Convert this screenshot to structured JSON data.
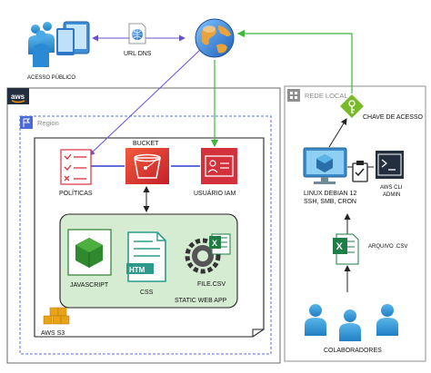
{
  "public_access": {
    "label": "ACESSO PÚBLICO",
    "icon": "users-with-devices-icon"
  },
  "dns": {
    "label": "URL DNS",
    "icon": "globe-icon"
  },
  "internet": {
    "icon": "internet-globe-icon"
  },
  "aws": {
    "badge": "aws",
    "region_label": "Region",
    "s3_label": "AWS S3"
  },
  "bucket": {
    "label": "BUCKET",
    "icon": "s3-bucket-icon"
  },
  "policies": {
    "label": "POLÍTICAS",
    "icon": "checklist-icon"
  },
  "iam_user": {
    "label": "USUÁRIO IAM",
    "icon": "iam-user-icon"
  },
  "static_web_app": {
    "label": "STATIC WEB APP",
    "items": [
      {
        "label": "JAVASCRIPT",
        "icon": "javascript-cube-icon"
      },
      {
        "label": "CSS",
        "icon": "css-document-icon",
        "icon_text": "HTM"
      },
      {
        "label": "FILE.CSV",
        "icon": "gear-excel-icon",
        "icon_text": "X"
      }
    ]
  },
  "local_network": {
    "label": "REDE LOCAL",
    "access_key": {
      "label": "CHAVE DE ACESSO",
      "icon": "key-diamond-icon"
    },
    "linux": {
      "label_lines": [
        "LINUX DEBIAN 12",
        "SSH, SMB, CRON"
      ],
      "icon": "computer-monitor-icon"
    },
    "aws_cli": {
      "label_lines": [
        "AWS CLI",
        "ADMIN"
      ],
      "icon": "terminal-icon"
    },
    "checklist": {
      "icon": "clipboard-check-icon"
    },
    "csv_file": {
      "label": "ARQUIVO .CSV",
      "icon": "excel-file-icon",
      "icon_text": "X"
    },
    "collaborators": {
      "label": "COLABORADORES",
      "icon": "users-group-icon"
    }
  },
  "colors": {
    "purple_arrow": "#6a4fd6",
    "green_arrow": "#3db83d",
    "blue_arrow": "#2b3fd1",
    "red_icon": "#d9313b",
    "iam_red": "#d3313b",
    "green_box": "#d6ecd2",
    "grey_panel": "#8f8f8f",
    "key_green": "#7ab928"
  }
}
